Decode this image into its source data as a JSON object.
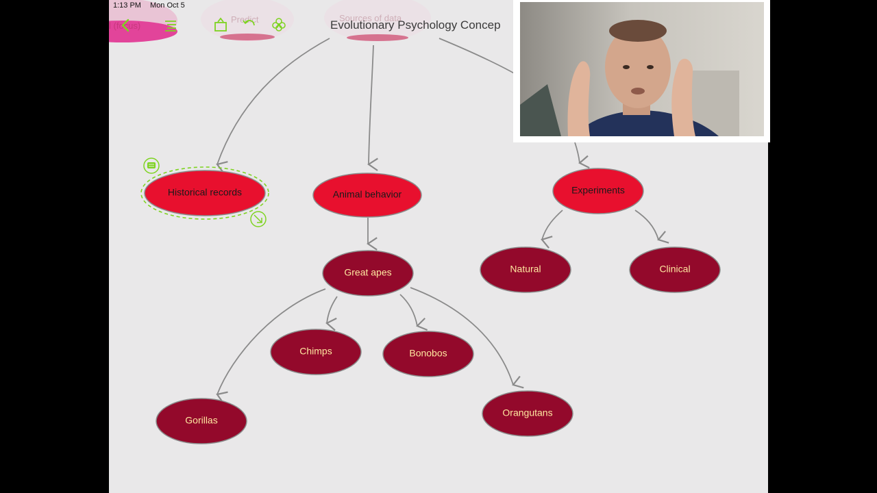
{
  "status_bar": {
    "time": "1:13 PM",
    "date": "Mon Oct 5"
  },
  "toolbar": {
    "back_icon": "chevron-left-icon",
    "outline_icon": "list-icon",
    "share_icon": "share-box-icon",
    "undo_icon": "undo-icon",
    "style_icon": "flower-icon",
    "ghost_left": "l (focus)",
    "ghost_mid": "Predict",
    "ghost_right": "Sources of data"
  },
  "document": {
    "title": "Evolutionary Psychology Concep"
  },
  "colors": {
    "accent_green": "#7ed321",
    "bright_red": "#e8102e",
    "dark_red": "#93092b",
    "node_text_dark": "#1a1a1a",
    "node_text_light": "#ffe7a0",
    "arrow_gray": "#8a8a8a"
  },
  "nodes": {
    "historical": "Historical records",
    "animal": "Animal behavior",
    "experiments": "Experiments",
    "great_apes": "Great apes",
    "natural": "Natural",
    "clinical": "Clinical",
    "chimps": "Chimps",
    "bonobos": "Bonobos",
    "gorillas": "Gorillas",
    "orangutans": "Orangutans"
  }
}
